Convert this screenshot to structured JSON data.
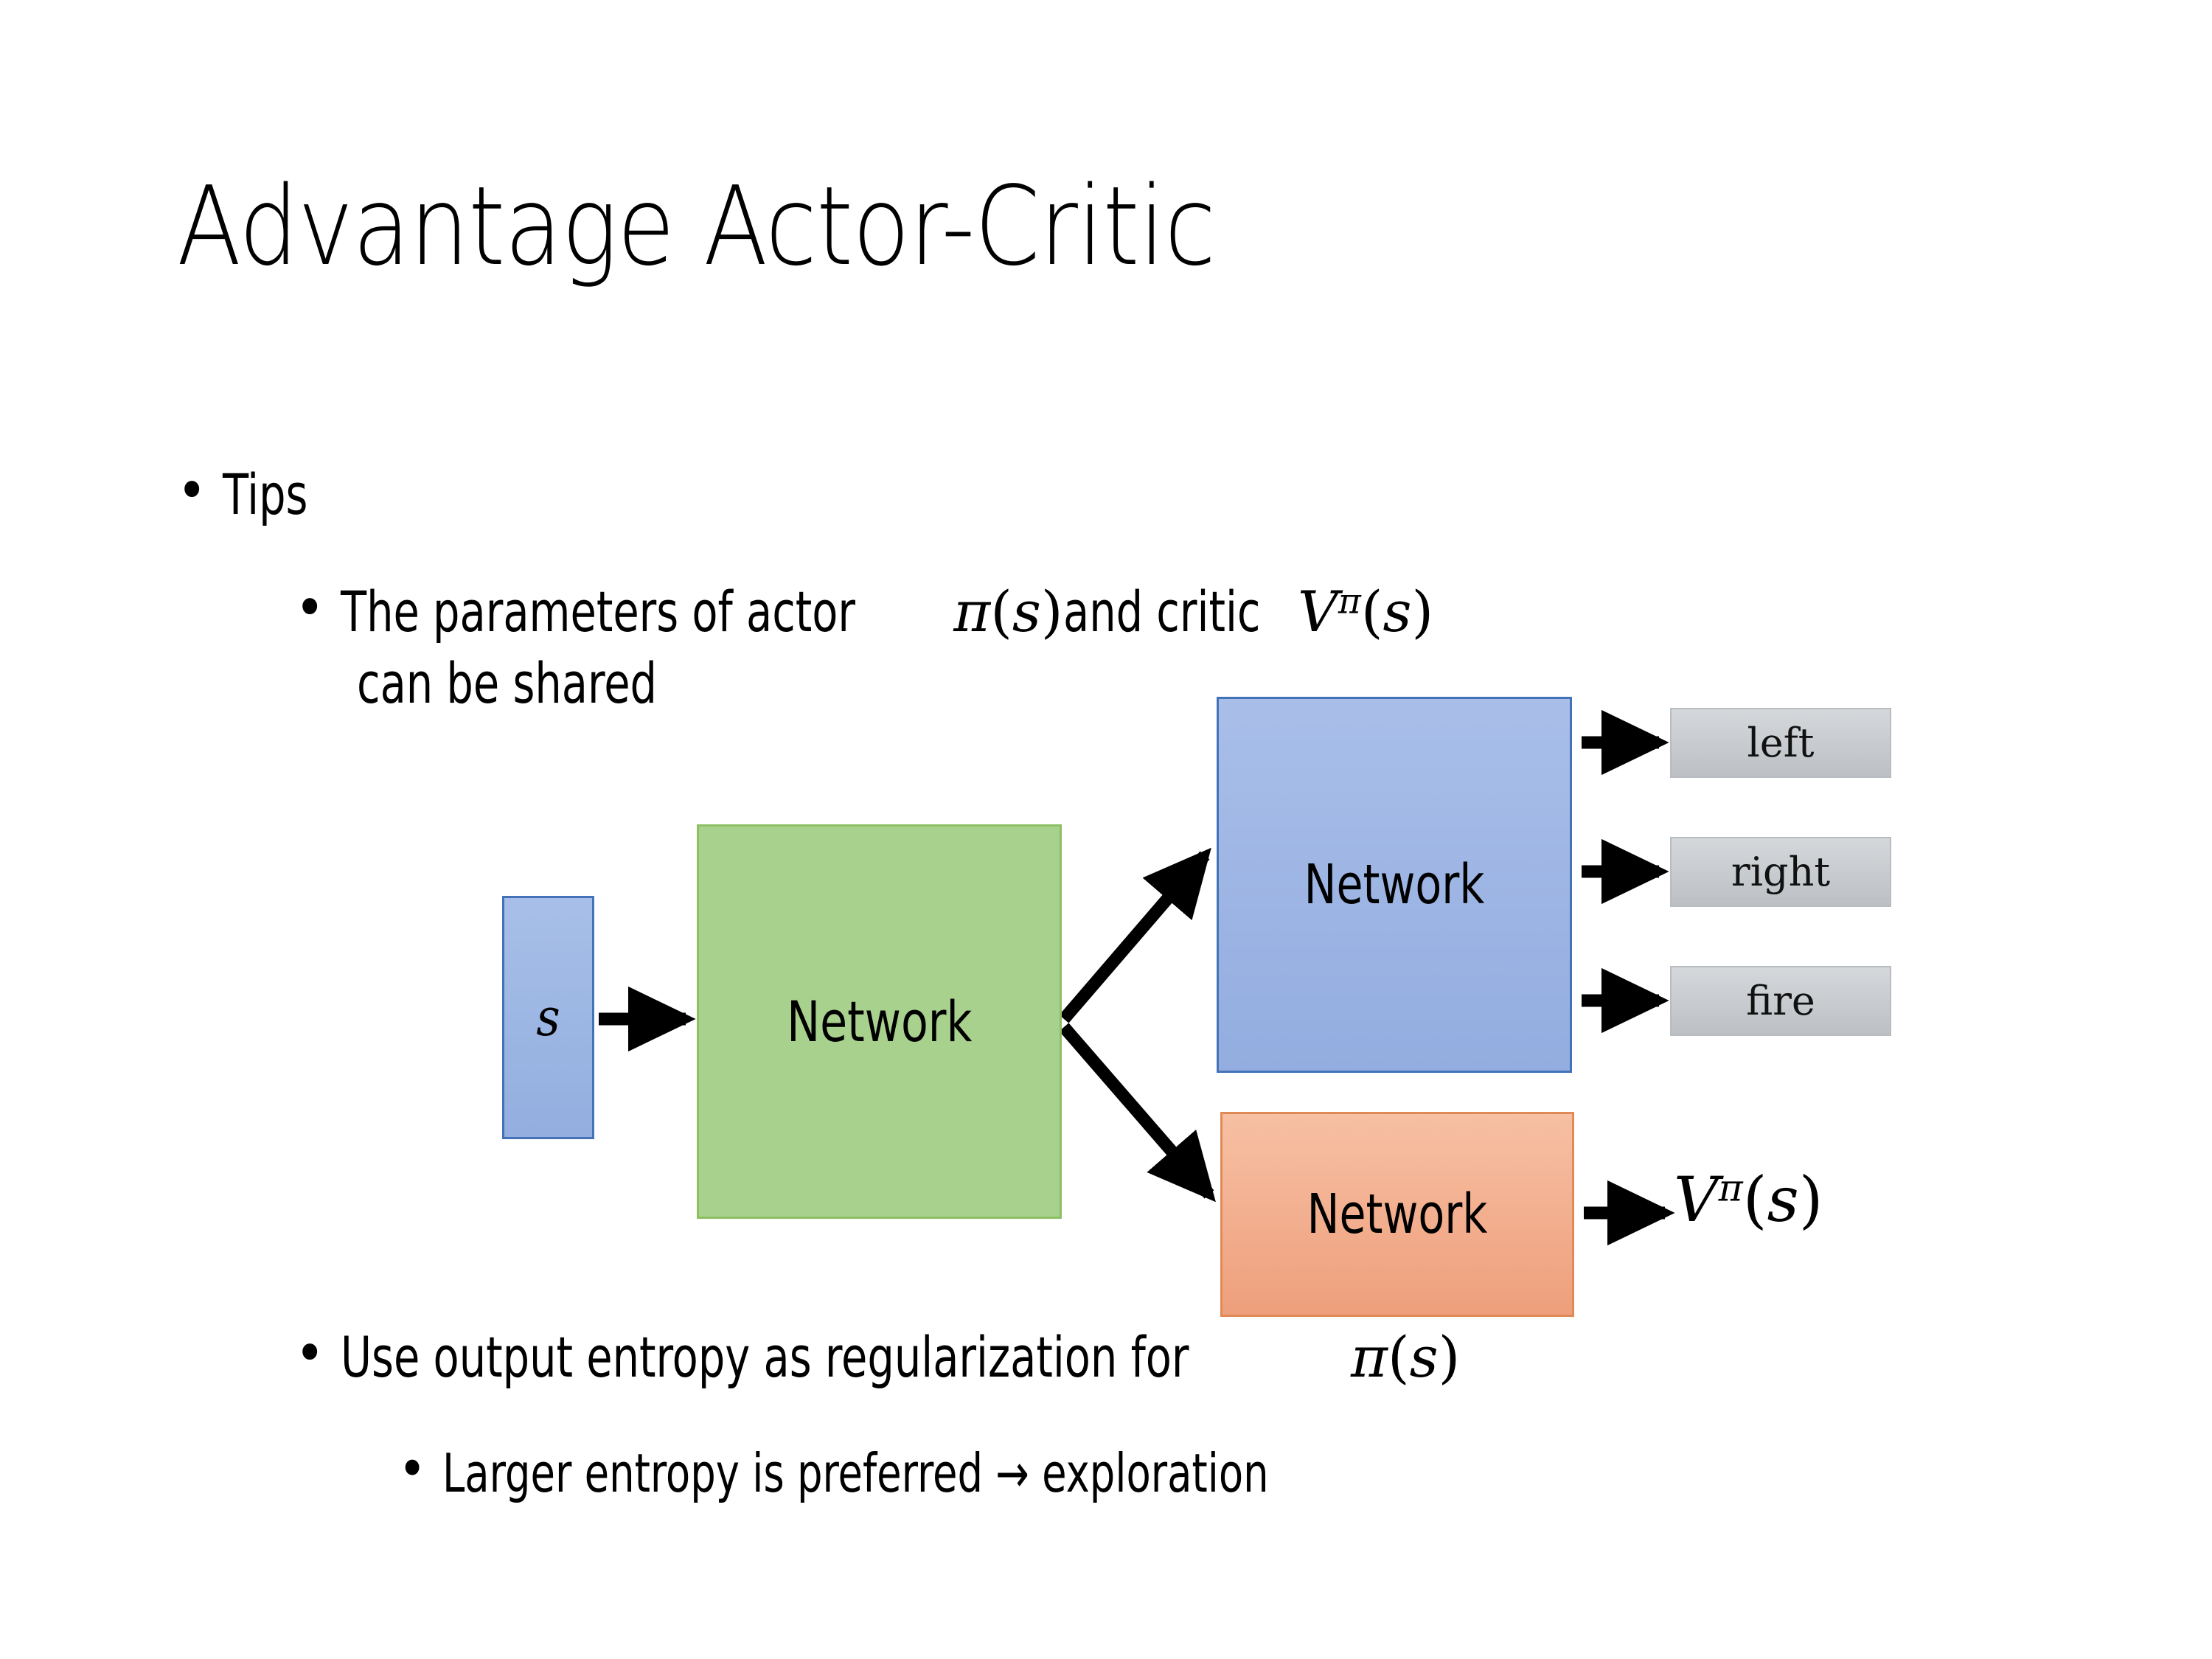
{
  "slide": {
    "title": "Advantage Actor-Critic",
    "background_color": "#FFFFFF",
    "text_color": "#000000"
  },
  "bullets": {
    "tips": {
      "marker": "•",
      "text": "Tips"
    },
    "params": {
      "marker": "•",
      "text_before_actor": "The parameters of actor ",
      "actor_math_pi": "π",
      "actor_math_paren_open": "(",
      "actor_math_s": "s",
      "actor_math_paren_close": ")",
      "text_between": "  and critic ",
      "critic_math_V": "V",
      "critic_math_sup_pi": "π",
      "critic_math_paren_open": "(",
      "critic_math_s": "s",
      "critic_math_paren_close": ")",
      "line2": "can be shared"
    },
    "entropy": {
      "marker": "•",
      "text": "Use output entropy as regularization for ",
      "math_pi": "π",
      "math_paren_open": "(",
      "math_s": "s",
      "math_paren_close": ")"
    },
    "larger": {
      "marker": "•",
      "text": "Larger entropy is preferred → exploration"
    }
  },
  "diagram": {
    "input_node": {
      "label": "s",
      "fill": "#9DB5E2",
      "border": "#4472B8"
    },
    "shared_network": {
      "label": "Network",
      "fill": "#A9D18E",
      "border": "#8CC063"
    },
    "actor_network": {
      "label": "Network",
      "fill": "#9DB7E5",
      "border": "#4472B8"
    },
    "critic_network": {
      "label": "Network",
      "fill": "#F2AF8E",
      "border": "#E08B57"
    },
    "actions": [
      {
        "label": "left",
        "fill": "#C8CCD0",
        "border": "#B8BCC0"
      },
      {
        "label": "right",
        "fill": "#C8CCD0",
        "border": "#B8BCC0"
      },
      {
        "label": "fire",
        "fill": "#C8CCD0",
        "border": "#B8BCC0"
      }
    ],
    "value_output": {
      "math_V": "V",
      "math_sup_pi": "π",
      "math_paren_open": "(",
      "math_s": "s",
      "math_paren_close": ")"
    },
    "arrow_color": "#000000"
  }
}
